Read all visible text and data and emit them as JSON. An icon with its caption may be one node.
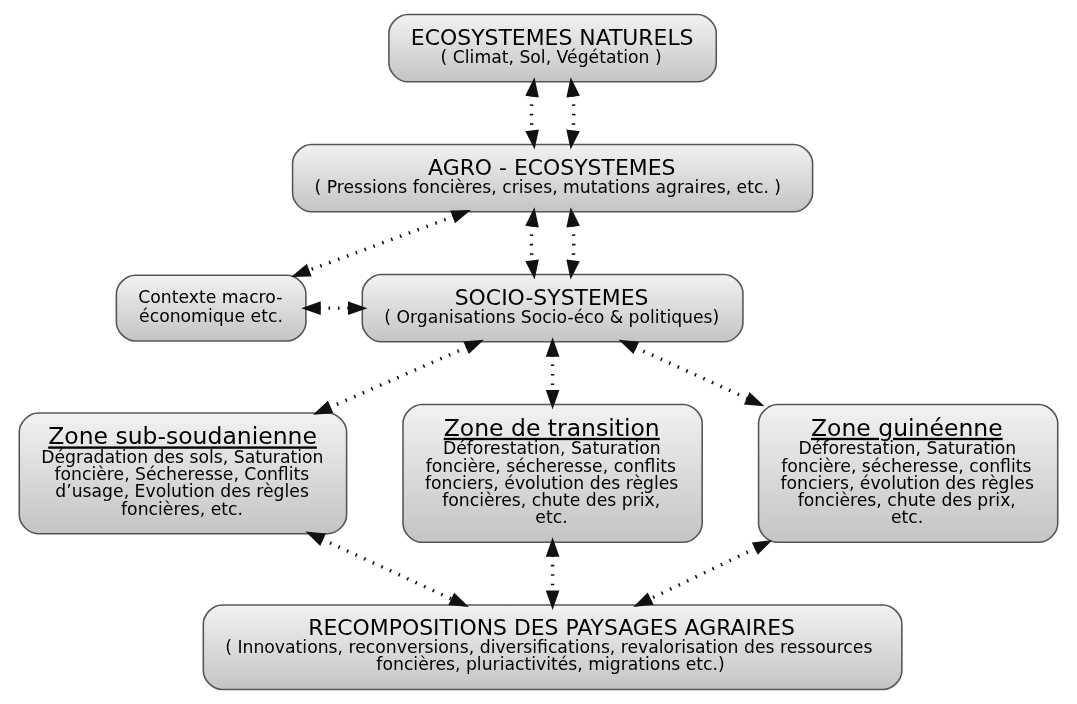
{
  "diagram": {
    "nodes": [
      {
        "text": [
          "ECOSYSTEMES NATURELS",
          "( Climat, Sol, Végétation )"
        ]
      },
      {
        "text": [
          "AGRO - ECOSYSTEMES",
          "( Pressions foncières, crises, mutations agraires, etc. )"
        ]
      },
      {
        "text": [
          "Contexte macro-économique etc."
        ]
      },
      {
        "text": [
          "SOCIO-SYSTEMES",
          "( Organisations Socio-éco & politiques)"
        ]
      },
      {
        "text": [
          "Zone sub-soudanienne",
          "Dégradation des sols, Saturation foncière, Sécheresse, Conflits d’usage, Evolution des règles foncières, etc."
        ]
      },
      {
        "text": [
          "Zone de transition",
          "Déforestation, Saturation foncière, sécheresse, conflits fonciers, évolution des règles foncières, chute des prix, etc."
        ]
      },
      {
        "text": [
          "Zone guinéenne",
          "Déforestation, Saturation foncière, sécheresse, conflits fonciers, évolution des règles foncières, chute des prix, etc."
        ]
      },
      {
        "text": [
          "RECOMPOSITIONS DES PAYSAGES AGRAIRES",
          "( Innovations, reconversions, diversifications, revalorisation des ressources foncières, pluriactivités, migrations etc.)"
        ]
      }
    ],
    "edges": [
      {
        "from": 0,
        "to": 1,
        "arrow": "both"
      },
      {
        "from": 0,
        "to": 1,
        "arrow": "both"
      },
      {
        "from": 1,
        "to": 2,
        "arrow": "both"
      },
      {
        "from": 1,
        "to": 3,
        "arrow": "both"
      },
      {
        "from": 2,
        "to": 3,
        "arrow": "both"
      },
      {
        "from": 1,
        "to": 3,
        "arrow": "both"
      },
      {
        "from": 3,
        "to": 4,
        "arrow": "both"
      },
      {
        "from": 3,
        "to": 5,
        "arrow": "both"
      },
      {
        "from": 3,
        "to": 6,
        "arrow": "both"
      },
      {
        "from": 4,
        "to": 7,
        "arrow": "both"
      },
      {
        "from": 5,
        "to": 7,
        "arrow": "both"
      },
      {
        "from": 6,
        "to": 7,
        "arrow": "both"
      }
    ]
  }
}
